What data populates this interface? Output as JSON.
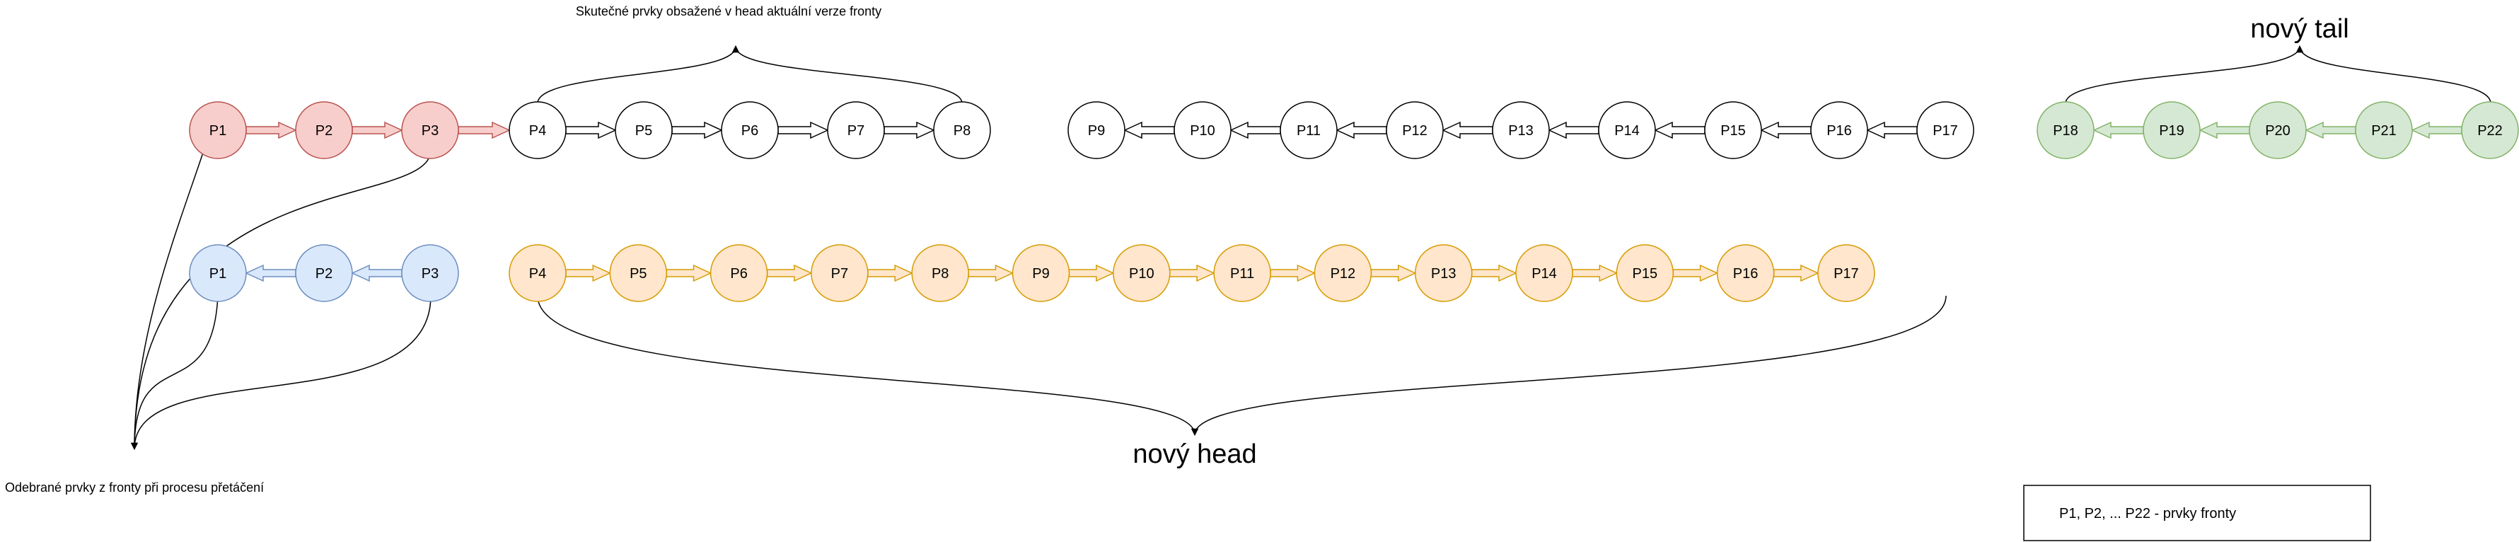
{
  "colors": {
    "red_fill": "#f8cecc",
    "red_stroke": "#b85450",
    "blue_fill": "#dae8fc",
    "blue_stroke": "#6c8ebf",
    "orange_fill": "#ffe6cc",
    "orange_stroke": "#d79b00",
    "green_fill": "#d5e8d4",
    "green_stroke": "#82b366",
    "white_fill": "#ffffff",
    "black_stroke": "#000000"
  },
  "annotations": {
    "top_caption": "Skutečné prvky obsažené v head aktuální verze fronty",
    "new_tail": "nový tail",
    "new_head": "nový head",
    "removed": "Odebrané prvky z fronty při procesu přetáčení"
  },
  "rows": {
    "top_red": [
      "P1",
      "P2",
      "P3"
    ],
    "top_white_forward": [
      "P4",
      "P5",
      "P6",
      "P7",
      "P8"
    ],
    "top_white_backward": [
      "P9",
      "P10",
      "P11",
      "P12",
      "P13",
      "P14",
      "P15",
      "P16",
      "P17"
    ],
    "top_green": [
      "P18",
      "P19",
      "P20",
      "P21",
      "P22"
    ],
    "bottom_blue": [
      "P1",
      "P2",
      "P3"
    ],
    "bottom_orange": [
      "P4",
      "P5",
      "P6",
      "P7",
      "P8",
      "P9",
      "P10",
      "P11",
      "P12",
      "P13",
      "P14",
      "P15",
      "P16",
      "P17"
    ]
  },
  "legend": {
    "p1": "P1",
    "sep1": ", ",
    "p2": "P2",
    "sep2": ", ... ",
    "p22": "P22",
    "suffix": " - prvky fronty"
  }
}
